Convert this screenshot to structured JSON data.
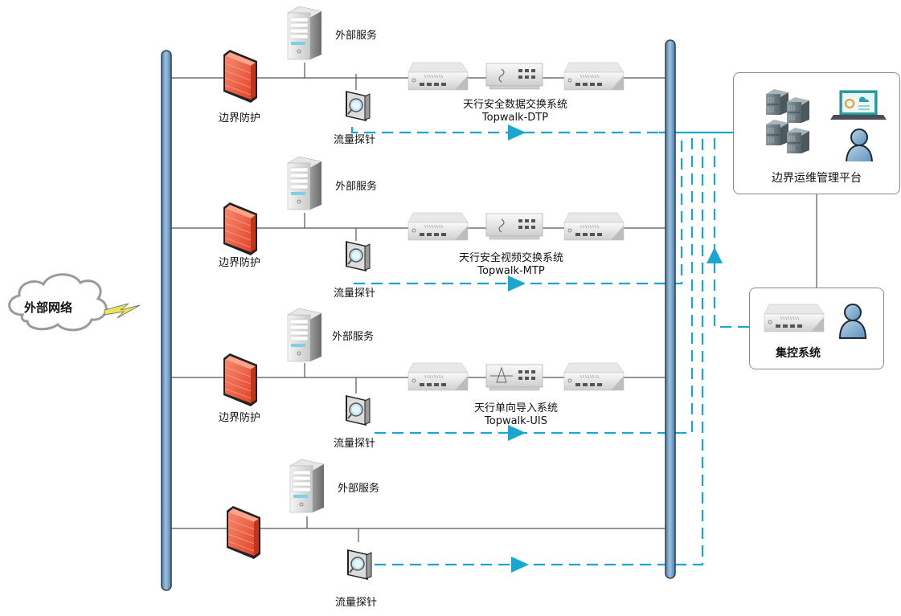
{
  "colors": {
    "pipe": "#6f9ec3",
    "pipe_edge": "#2b3e52",
    "flow": "#1aa6cf",
    "line": "#555555",
    "firewall": "#f05a3c"
  },
  "external_network": {
    "label": "外部网络",
    "icon": "cloud-icon",
    "link_icon": "lightning-icon"
  },
  "rows": [
    {
      "server_label": "外部服务",
      "firewall_label": "边界防护",
      "probe_label": "流量探针",
      "system_name": "天行安全数据交换系统",
      "system_code": "Topwalk-DTP",
      "gateway_glyph": "swap-icon"
    },
    {
      "server_label": "外部服务",
      "firewall_label": "边界防护",
      "probe_label": "流量探针",
      "system_name": "天行安全视频交换系统",
      "system_code": "Topwalk-MTP",
      "gateway_glyph": "swap-icon"
    },
    {
      "server_label": "外部服务",
      "firewall_label": "边界防护",
      "probe_label": "流量探针",
      "system_name": "天行单向导入系统",
      "system_code": "Topwalk-UIS",
      "gateway_glyph": "diode-icon"
    },
    {
      "server_label": "外部服务",
      "firewall_label": "",
      "probe_label": "流量探针",
      "system_name": "",
      "system_code": ""
    }
  ],
  "management_platform": {
    "label": "边界运维管理平台",
    "icons": [
      "server-cluster-icon",
      "laptop-dashboard-icon",
      "user-icon"
    ]
  },
  "control_system": {
    "label": "集控系统",
    "icons": [
      "appliance-icon",
      "user-icon"
    ]
  }
}
